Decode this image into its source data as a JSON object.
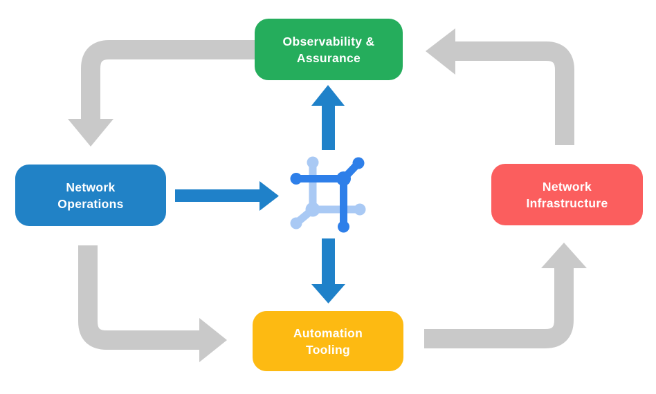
{
  "diagram": {
    "type": "cycle-flow",
    "background_color": "#FFFFFF",
    "nodes": {
      "observability": {
        "label": "Observability &\nAssurance",
        "color": "#25AD5C"
      },
      "operations": {
        "label": "Network\nOperations",
        "color": "#2182C6"
      },
      "infrastructure": {
        "label": "Network\nInfrastructure",
        "color": "#FB5E5E"
      },
      "automation": {
        "label": "Automation\nTooling",
        "color": "#FDBA12"
      }
    },
    "center_icon": {
      "name": "network-mesh-icon",
      "primary_color": "#2E7FE9",
      "secondary_color": "#A9C9F4"
    },
    "flows": {
      "outer_arrow_color": "#C9C9C9",
      "inner_arrow_color": "#1F81C9",
      "outer": [
        {
          "from": "Observability & Assurance",
          "to": "Network Operations"
        },
        {
          "from": "Network Operations",
          "to": "Automation Tooling"
        },
        {
          "from": "Automation Tooling",
          "to": "Network Infrastructure"
        },
        {
          "from": "Network Infrastructure",
          "to": "Observability & Assurance"
        }
      ],
      "inner": [
        {
          "from": "Network Operations",
          "to": "center-icon"
        },
        {
          "from": "center-icon",
          "to": "Observability & Assurance"
        },
        {
          "from": "center-icon",
          "to": "Automation Tooling"
        }
      ]
    }
  }
}
